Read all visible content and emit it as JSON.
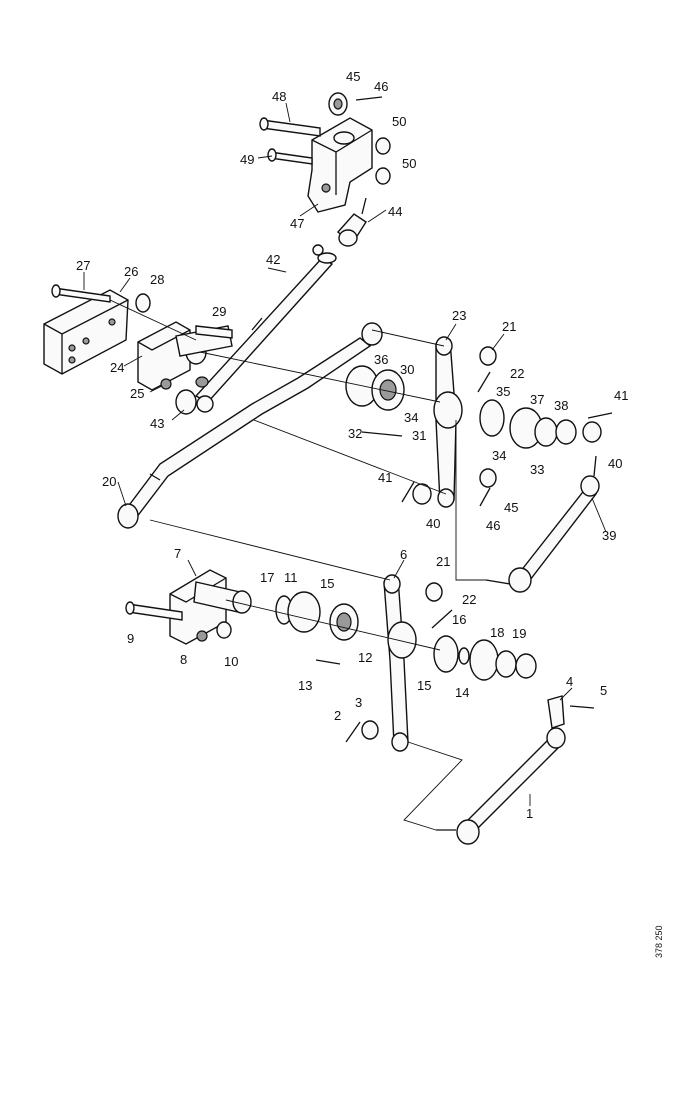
{
  "diagram": {
    "reference_code": "378 250",
    "callouts": [
      "1",
      "2",
      "3",
      "4",
      "5",
      "6",
      "7",
      "8",
      "9",
      "10",
      "11",
      "12",
      "13",
      "14",
      "15",
      "15",
      "16",
      "17",
      "18",
      "19",
      "20",
      "21",
      "21",
      "22",
      "22",
      "23",
      "24",
      "25",
      "26",
      "27",
      "28",
      "29",
      "30",
      "31",
      "32",
      "33",
      "34",
      "34",
      "35",
      "36",
      "37",
      "38",
      "39",
      "40",
      "40",
      "41",
      "41",
      "42",
      "43",
      "44",
      "45",
      "45",
      "46",
      "46",
      "47",
      "48",
      "49",
      "50",
      "50"
    ]
  }
}
